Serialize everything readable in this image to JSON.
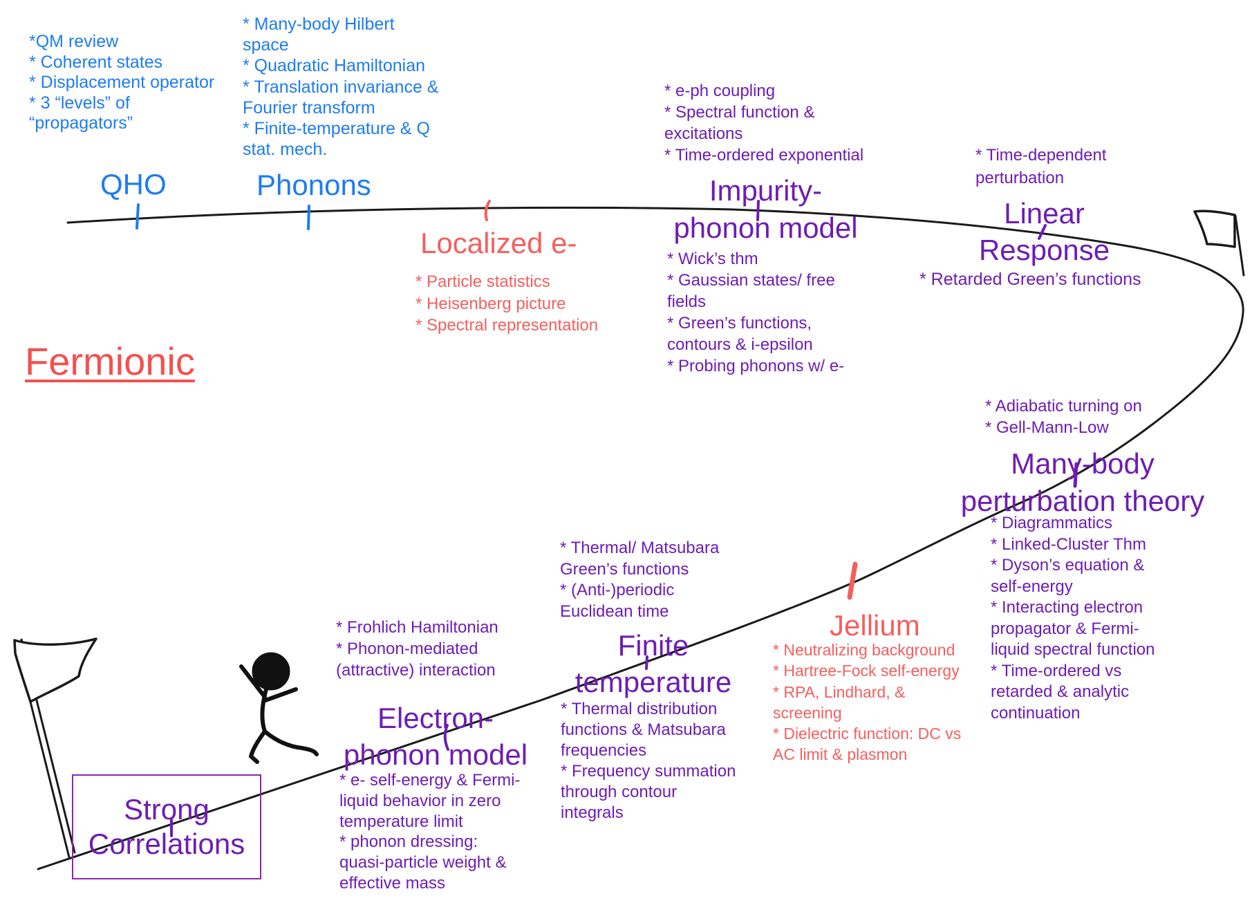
{
  "palette": {
    "blue": "#1d7cf2",
    "purple": "#6e1cb4",
    "red": "#f45f5d",
    "fermionic_red": "#f4504e",
    "box_purple": "#8e24b4",
    "ink": "#1a1a1a"
  },
  "topics": {
    "qho": {
      "title": "QHO",
      "notes": "*QM review\n* Coherent states\n* Displacement operator\n* 3 “levels” of\n“propagators”"
    },
    "phonons": {
      "title": "Phonons",
      "notes": "* Many-body Hilbert\nspace\n* Quadratic Hamiltonian\n* Translation invariance &\nFourier transform\n* Finite-temperature & Q\nstat. mech."
    },
    "localized": {
      "title": "Localized e-",
      "notes": "* Particle statistics\n* Heisenberg picture\n* Spectral representation"
    },
    "impurity": {
      "title": "Impurity-\nphonon model",
      "notes_above": "* e-ph coupling\n* Spectral function &\nexcitations\n* Time-ordered exponential",
      "notes_below": "* Wick’s thm\n* Gaussian states/ free\nfields\n* Green’s functions,\ncontours & i-epsilon\n* Probing phonons w/ e-"
    },
    "linear_response": {
      "title": "Linear\nResponse",
      "notes_above": "* Time-dependent\nperturbation",
      "notes_below": "* Retarded Green’s functions"
    },
    "fermionic": {
      "title": "Fermionic"
    },
    "mbpt": {
      "title": "Many-body\nperturbation theory",
      "notes_above": "* Adiabatic turning on\n* Gell-Mann-Low",
      "notes_below": "* Diagrammatics\n* Linked-Cluster Thm\n* Dyson’s equation &\nself-energy\n* Interacting electron\npropagator & Fermi-\nliquid spectral function\n* Time-ordered vs\nretarded & analytic\ncontinuation"
    },
    "jellium": {
      "title": "Jellium",
      "notes": "* Neutralizing background\n* Hartree-Fock self-energy\n* RPA, Lindhard, &\nscreening\n* Dielectric function: DC vs\nAC limit & plasmon"
    },
    "finite_temperature": {
      "title": "Finite\ntemperature",
      "notes_above": "* Thermal/ Matsubara\nGreen’s functions\n* (Anti-)periodic\nEuclidean time",
      "notes_below": "* Thermal distribution\nfunctions & Matsubara\nfrequencies\n* Frequency summation\nthrough contour\nintegrals"
    },
    "electron_phonon": {
      "title": "Electron-\nphonon model",
      "notes_above": "* Frohlich Hamiltonian\n* Phonon-mediated\n(attractive) interaction",
      "notes_below": "* e- self-energy & Fermi-\nliquid behavior in zero\ntemperature limit\n* phonon dressing:\nquasi-particle weight &\neffective mass"
    },
    "strong_correlations": {
      "title": "Strong\nCorrelations"
    }
  }
}
